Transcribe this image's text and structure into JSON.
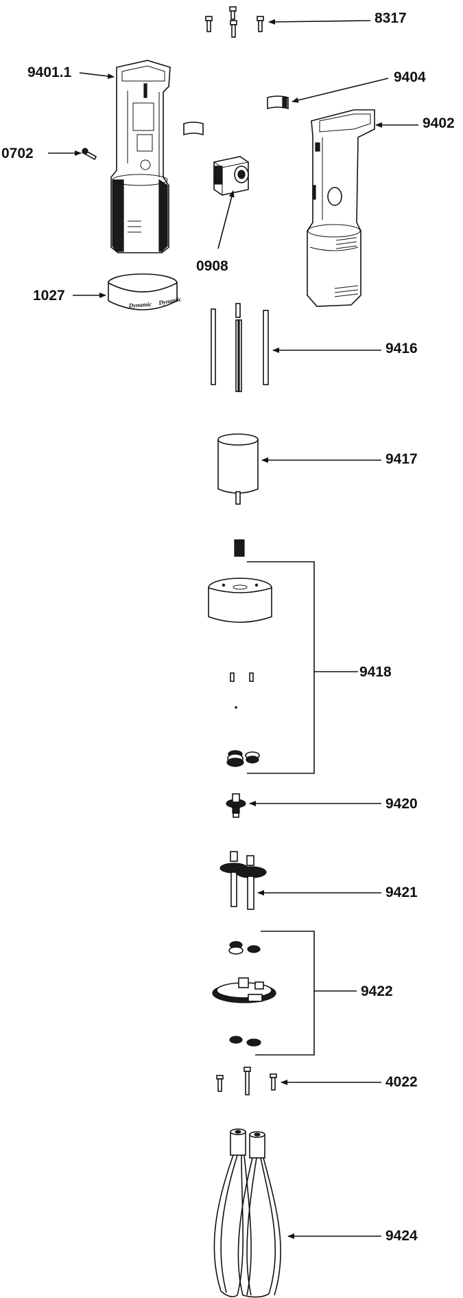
{
  "labels": {
    "p8317": "8317",
    "p9401_1": "9401.1",
    "p9404": "9404",
    "p9402": "9402",
    "p0702": "0702",
    "p0908": "0908",
    "p1027": "1027",
    "p9416": "9416",
    "p9417": "9417",
    "p9418": "9418",
    "p9420": "9420",
    "p9421": "9421",
    "p9422": "9422",
    "p4022": "4022",
    "p9424": "9424"
  },
  "ring_text": [
    "Dynamic",
    "Dynamic"
  ]
}
